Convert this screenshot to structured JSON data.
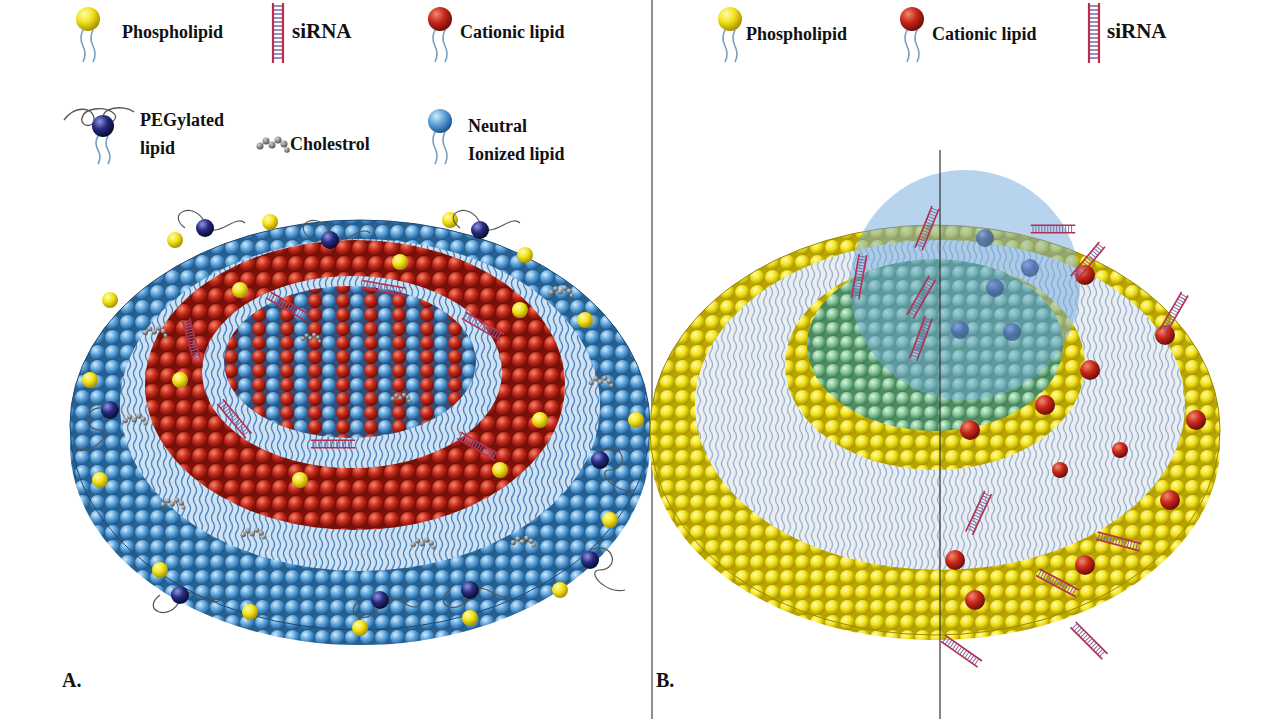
{
  "diagram": {
    "labels": [
      "A.",
      "B."
    ],
    "legend": [
      {
        "text": "Phospholipid"
      },
      {
        "text": "siRNA"
      },
      {
        "text": "Cationic lipid"
      },
      {
        "text": "PEGylated lipid"
      },
      {
        "text": "Cholestrol"
      },
      {
        "text": "Neutral Ionized lipid"
      },
      {
        "text": "Phospholipid"
      },
      {
        "text": "Cationic lipid"
      },
      {
        "text": "siRNA"
      }
    ]
  }
}
